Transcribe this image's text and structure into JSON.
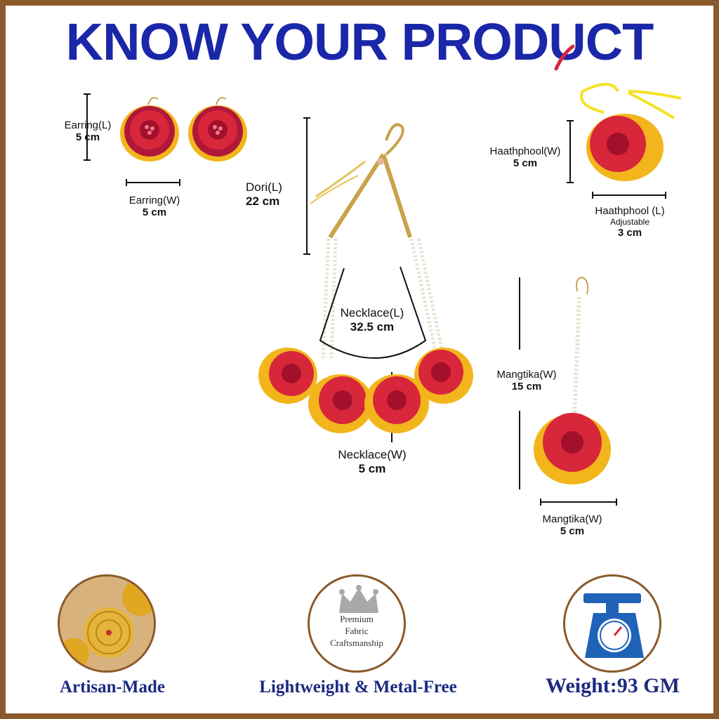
{
  "header": {
    "title": "KNOW YOUR PRODUCT"
  },
  "earring": {
    "length_name": "Earring(L)",
    "length_value": "5 cm",
    "width_name": "Earring(W)",
    "width_value": "5 cm"
  },
  "dori": {
    "name": "Dori(L)",
    "value": "22 cm"
  },
  "haathphool": {
    "width_name": "Haathphool(W)",
    "width_value": "5 cm",
    "length_name": "Haathphool (L)",
    "length_note": "Adjustable",
    "length_value": "3 cm"
  },
  "necklace": {
    "length_name": "Necklace(L)",
    "length_value": "32.5 cm",
    "width_name": "Necklace(W)",
    "width_value": "5 cm"
  },
  "mangtika": {
    "length_name": "Mangtika(W)",
    "length_value": "15 cm",
    "width_name": "Mangtika(W)",
    "width_value": "5 cm"
  },
  "features": {
    "artisan": "Artisan-Made",
    "premium_line1": "Premium",
    "premium_line2": "Fabric",
    "premium_line3": "Craftsmanship",
    "lightweight": "Lightweight & Metal-Free",
    "weight": "Weight:93 GM"
  },
  "colors": {
    "title_blue": "#1a27a8",
    "frame_brown": "#8b5a2b",
    "flower_red": "#d8263a",
    "flower_yellow": "#f2b51c",
    "feature_navy": "#1c2a80"
  },
  "icons": [
    "crown-icon",
    "weighing-scale-icon",
    "gota-flower-icon"
  ]
}
